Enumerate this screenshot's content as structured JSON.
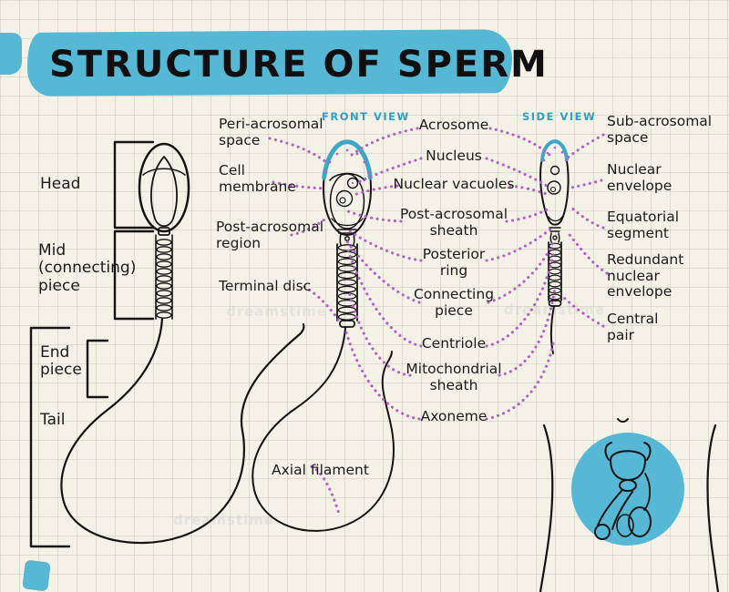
{
  "title": "STRUCTURE OF SPERM",
  "watermark": "dreamstime",
  "views": {
    "front": "FRONT VIEW",
    "side": "SIDE VIEW"
  },
  "overview_labels": [
    "Head",
    "Mid\n(connecting)\npiece",
    "End\npiece",
    "Tail"
  ],
  "front_labels": [
    "Peri-acrosomal\nspace",
    "Cell\nmembrane",
    "Post-acrosomal\nregion",
    "Terminal disc",
    "Axial filament"
  ],
  "center_labels": [
    "Acrosome",
    "Nucleus",
    "Nuclear vacuoles",
    "Post-acrosomal\nsheath",
    "Posterior\nring",
    "Connecting\npiece",
    "Centriole",
    "Mitochondrial\nsheath",
    "Axoneme"
  ],
  "side_labels": [
    "Sub-acrosomal\nspace",
    "Nuclear\nenvelope",
    "Equatorial\nsegment",
    "Redundant\nnuclear\nenvelope",
    "Central\npair"
  ],
  "colors": {
    "banner_blue": "#57b8d6",
    "acrosome_teal": "#3fa7c6",
    "dot_purple": "#b55fc8",
    "view_label_blue": "#2f9fc4",
    "ink": "#141414",
    "paper": "#f4f1e6"
  }
}
